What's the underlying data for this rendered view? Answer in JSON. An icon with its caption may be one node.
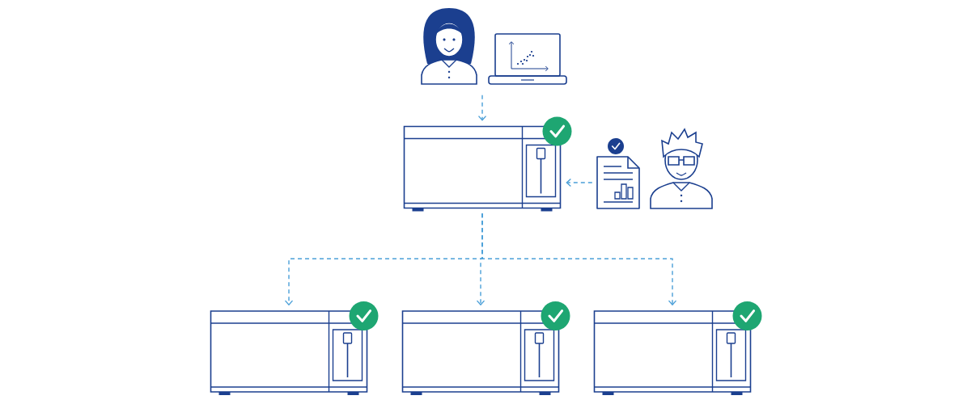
{
  "diagram": {
    "nodes": [
      {
        "text": [],
        "shape": "person"
      },
      {
        "text": [],
        "shape": "picture"
      },
      {
        "text": [],
        "shape": "picture"
      },
      {
        "text": [],
        "shape": "picture"
      },
      {
        "text": [],
        "shape": "person"
      },
      {
        "text": [],
        "shape": "picture"
      },
      {
        "text": [],
        "shape": "picture"
      },
      {
        "text": [],
        "shape": "picture"
      }
    ],
    "edges": [
      {
        "from": null,
        "to": 2,
        "arrow": "to",
        "style": "dashed"
      },
      {
        "from": 3,
        "to": 2,
        "arrow": "to",
        "style": "dashed"
      },
      {
        "from": 2,
        "to": 5,
        "arrow": "to",
        "style": "dashed"
      },
      {
        "from": 2,
        "to": 6,
        "arrow": "to",
        "style": "dashed"
      },
      {
        "from": 2,
        "to": 7,
        "arrow": "to",
        "style": "dashed"
      }
    ]
  }
}
